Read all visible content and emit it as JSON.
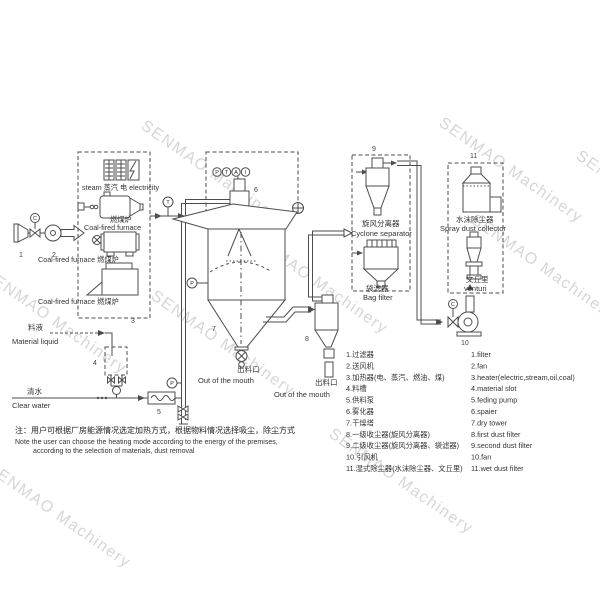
{
  "watermark": {
    "text": "SENMAO Machinery"
  },
  "devices": {
    "steam_electricity": "steam 蒸汽 电 electricity",
    "furnace_a_zh": "燃煤炉",
    "furnace_a_en": "Coal-fired furnace",
    "furnace_b": "Coal-fired furnace 燃煤炉",
    "furnace_c": "Coal-fired furnace 燃煤炉",
    "material_liquid_zh": "料液",
    "material_liquid_en": "Material liquid",
    "clear_water_zh": "清水",
    "clear_water_en": "Clear water",
    "outlet_zh": "出料口",
    "outlet_en": "Out of the mouth",
    "cyclone_separator_zh": "旋风分离器",
    "cyclone_separator_en": "Cyclone separator",
    "bag_filter_zh": "袋滤器",
    "bag_filter_en": "Bag filter",
    "spray_collector_zh": "水沫除尘器",
    "spray_collector_en": "Spray dust collector",
    "venturi_zh": "文丘里",
    "venturi_en": "venturi"
  },
  "markers": {
    "m1": "1",
    "m2": "2",
    "m3": "3",
    "m4": "4",
    "m5": "5",
    "m6": "6",
    "m7": "7",
    "m8": "8",
    "m9": "9",
    "m10": "10",
    "m11": "11"
  },
  "gauges": {
    "inlet_c": "C",
    "air_t": "T",
    "atomizer_p": "P",
    "atomizer_t": "T",
    "atomizer_a": "A",
    "atomizer_i": "I",
    "tower_p": "P",
    "feed_p": "P",
    "fan_c": "C"
  },
  "legend": {
    "zh": [
      "1.过滤器",
      "2.送风机",
      "3.加热器(电、蒸汽、燃油、煤)",
      "4.料槽",
      "5.供料泵",
      "6.雾化器",
      "7.干燥塔",
      "8.一级收尘器(旋风分离器)",
      "9.二级收尘器(旋风分离器、袋滤器)",
      "10.引风机",
      "11.湿式除尘器(水沫除尘器、文丘里)"
    ],
    "en": [
      "1.filter",
      "2.fan",
      "3.heater(electric,stream,oil,coal)",
      "4.material slot",
      "5.feding pump",
      "6.spaier",
      "7.dry tower",
      "8.first dust filter",
      "9.second dust filter",
      "10.fan",
      "11.wet dust filter"
    ]
  },
  "note": {
    "zh": "注：用户可根据厂房能源情况选定加热方式，根据物料情况选择吸尘，除尘方式",
    "en1": "Note  the user can choose the heating mode according to the energy of the premises,",
    "en2": "according to the selection of materials, dust removal"
  }
}
